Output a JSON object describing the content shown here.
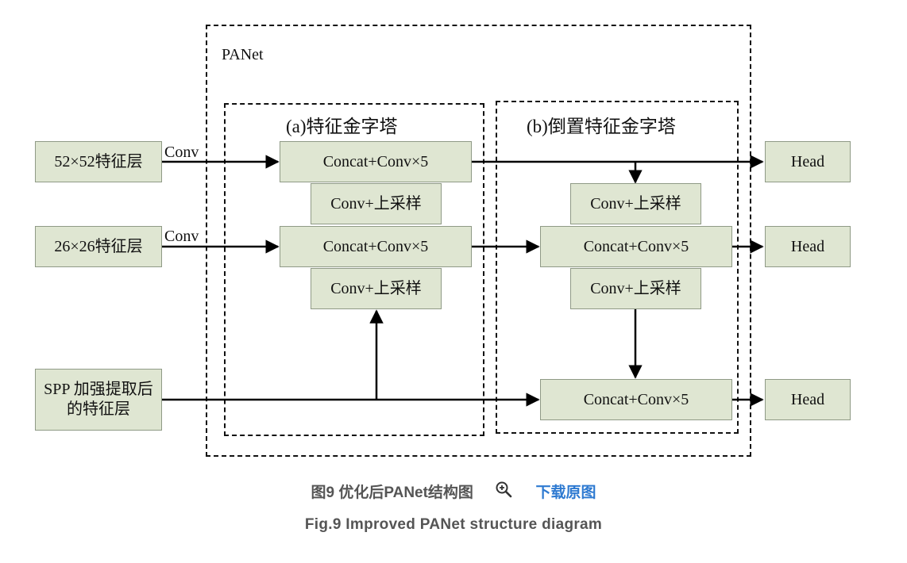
{
  "panet_label": "PANet",
  "section_a_title": "(a)特征金字塔",
  "section_b_title": "(b)倒置特征金字塔",
  "inputs": [
    "52×52特征层",
    "26×26特征层",
    "SPP 加强提取后的特征层"
  ],
  "conv_labels": [
    "Conv",
    "Conv"
  ],
  "section_a": {
    "concat_1": "Concat+Conv×5",
    "upsample_1": "Conv+上采样",
    "concat_2": "Concat+Conv×5",
    "upsample_2": "Conv+上采样"
  },
  "section_b": {
    "upsample_1": "Conv+上采样",
    "concat_1": "Concat+Conv×5",
    "upsample_2": "Conv+上采样",
    "concat_2": "Concat+Conv×5"
  },
  "heads": [
    "Head",
    "Head",
    "Head"
  ],
  "caption": {
    "cn_title": "图9 优化后PANet结构图",
    "zoom_icon": "zoom-in-icon",
    "download": "下载原图",
    "en_title": "Fig.9 Improved PANet structure diagram"
  },
  "colors": {
    "box_fill": "#dfe6d2",
    "box_border": "#8f9a86",
    "caption": "#555555",
    "link": "#2e7ad1"
  }
}
